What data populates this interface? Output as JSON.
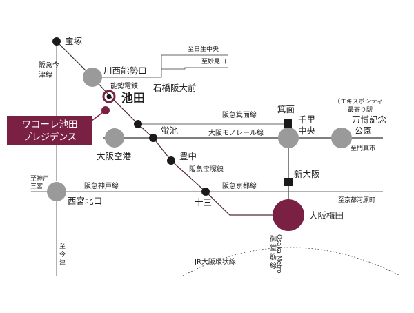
{
  "colors": {
    "accent": "#7a2143",
    "station": "#9a9a9a",
    "line": "#333333"
  },
  "property": {
    "line1": "ワコーレ池田",
    "line2": "プレジデンス"
  },
  "stations": {
    "takarazuka": "宝塚",
    "kawanishi": "川西能勢口",
    "ikeda": "池田",
    "ishibashi": "石橋阪大前",
    "hotarugaike": "蛍池",
    "osaka_airport": "大阪空港",
    "toyonaka": "豊中",
    "juso": "十三",
    "umeda": "大阪梅田",
    "nishinomiya": "西宮北口",
    "minoh": "箕面",
    "senri_line1": "千里",
    "senri_line2": "中央",
    "banpaku_line1": "万博記念",
    "banpaku_line2": "公園",
    "shin_osaka": "新大阪"
  },
  "lines": {
    "hankyu_imazu": [
      "阪急今",
      "津線"
    ],
    "nose": "能勢電鉄",
    "minoo": "阪急箕面線",
    "monorail": "大阪モノレール線",
    "hankyu_kobe": "阪急神戸線",
    "hankyu_takarazuka": "阪急宝塚線",
    "hankyu_kyoto": "阪急京都線",
    "midosuji_1": "Osaka Metro",
    "midosuji_2": [
      "御",
      "堂",
      "筋",
      "線"
    ],
    "loop": "JR大阪環状線"
  },
  "directions": {
    "nissei": "至日生中央",
    "myokenguchi": "至妙見口",
    "monzen": "至門真市",
    "kobe": [
      "至神戸",
      "三宮"
    ],
    "kawaramachi": "至京都河原町",
    "imazu": [
      "至",
      "今",
      "津"
    ]
  },
  "expo": {
    "line1": "（エキスポシティ",
    "line2": "最寄り駅"
  }
}
